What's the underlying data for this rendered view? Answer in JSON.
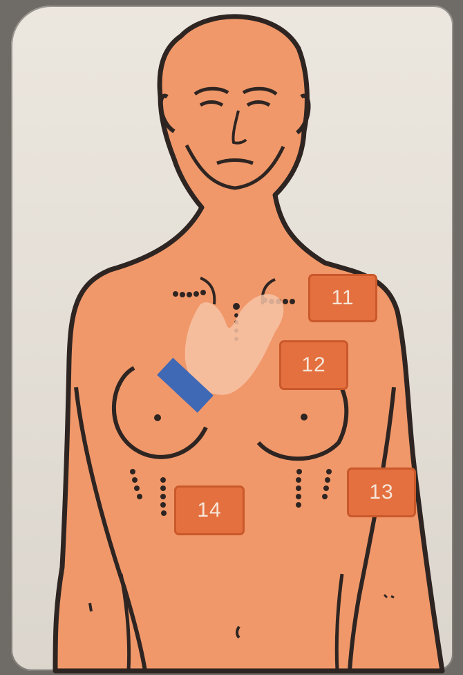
{
  "labels": {
    "l11": "11",
    "l12": "12",
    "l13": "13",
    "l14": "14"
  },
  "colors": {
    "skin": "#f0986a",
    "outline": "#2e2522",
    "background": "#e9e3da",
    "label_fill": "#e4703f",
    "pad": "#3f68b5"
  },
  "icons": [
    "electrode-pad-icon",
    "hand-placement-icon"
  ]
}
